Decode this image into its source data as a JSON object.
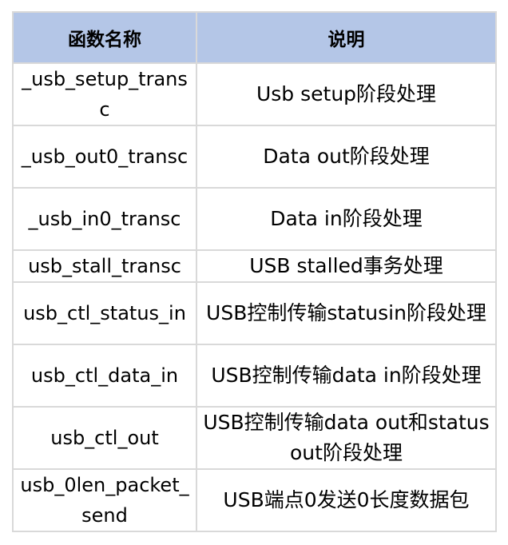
{
  "table": {
    "headers": [
      "函数名称",
      "说明"
    ],
    "rows": [
      {
        "name": "_usb_setup_transc",
        "desc": "Usb setup阶段处理"
      },
      {
        "name": "_usb_out0_transc",
        "desc": "Data out阶段处理"
      },
      {
        "name": "_usb_in0_transc",
        "desc": "Data in阶段处理"
      },
      {
        "name": "usb_stall_transc",
        "desc": "USB stalled事务处理"
      },
      {
        "name": "usb_ctl_status_in",
        "desc": "USB控制传输statusin阶段处理"
      },
      {
        "name": "usb_ctl_data_in",
        "desc": "USB控制传输data in阶段处理"
      },
      {
        "name": "usb_ctl_out",
        "desc": "USB控制传输data out和statusout阶段处理"
      },
      {
        "name": "usb_0len_packet_send",
        "desc": "USB端点0发送0长度数据包"
      }
    ]
  },
  "colors": {
    "header_bg": "#b4c6e7",
    "border": "#d9d9d9"
  }
}
